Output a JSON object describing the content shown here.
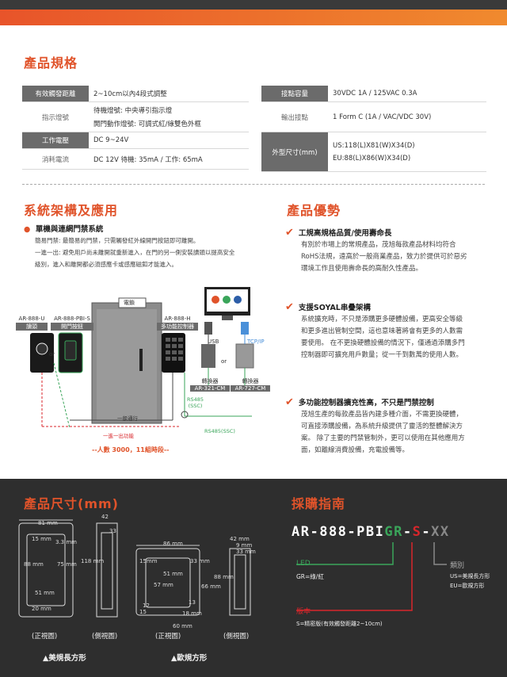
{
  "spec": {
    "title": "產品規格",
    "left_rows": [
      {
        "label": "有效觸發距離",
        "value": "2~10cm以內4段式調整",
        "dark": true
      },
      {
        "label": "指示燈號",
        "value": "待機燈號: 中央導引指示燈",
        "value2": "開門動作燈號: 可調式紅/綠雙色外框",
        "dark": false
      },
      {
        "label": "工作電壓",
        "value": "DC 9~24V",
        "dark": true
      },
      {
        "label": "消耗電流",
        "value": "DC 12V 待機: 35mA / 工作: 65mA",
        "dark": false
      }
    ],
    "right_rows": [
      {
        "label": "接點容量",
        "value": "30VDC 1A / 125VAC 0.3A",
        "dark": true
      },
      {
        "label": "輸出接點",
        "value": "1 Form C (1A / VAC/VDC 30V)",
        "dark": false
      },
      {
        "label": "外型尺寸(mm)",
        "value": "US:118(L)X81(W)X34(D)",
        "value2": "EU:88(L)X86(W)X34(D)",
        "dark": true
      }
    ]
  },
  "system": {
    "title": "系統架構及應用",
    "bullet": "單機與連網門禁系統",
    "line1": "簡易門禁: 最簡易的門禁，只需觸發紅外線開門按鈕即可離開。",
    "line2": "一進一出: 避免用戶尚未離開就重新進入，在門的另一側安裝讀頭以提高安全",
    "line3": "級別，進入和離開都必須感應卡或感應磁釦才能進入。",
    "diagram": {
      "lock": "電鎖",
      "reader_model": "AR-888-U",
      "reader_name": "讀頭",
      "button_model": "AR-888-PBI-S",
      "button_name": "開門按鈕",
      "controller_model": "AR-888-H",
      "controller_name": "多功能控制器",
      "or1": "or",
      "or2": "or",
      "usb": "USB",
      "tcpip": "TCP/IP",
      "conv1_name": "轉換器",
      "conv1_model": "AR-321-CM",
      "conv2_name": "轉換器",
      "conv2_model": "AR-727-CM",
      "rs485a": "RS485",
      "ssc_a": "(SSC)",
      "rs485b": "RS485(SSC)",
      "pass1": "一般通行",
      "pass2": "一進一出功能",
      "capacity": "--人數 3000，11組時段--"
    }
  },
  "advantages": {
    "title": "產品優勢",
    "items": [
      {
        "head": "工規高規格品質/使用壽命長",
        "body": [
          "有別於市場上的常規產品，茂旭每款產品材料均符合",
          "RoHS法規，遠高於一般商業產品，致力於提供可於惡劣",
          "環境工作且使用壽命長的高耐久性產品。"
        ]
      },
      {
        "head": "支援SOYAL串疊架構",
        "body": [
          "系統擴充時，不只是添購更多硬體設備，更高安全等級",
          "和更多進出管制空間，這也意味著將會有更多的人數需",
          "要使用。 在不更換硬體設備的情況下，僅通過添購多門",
          "控制器即可擴充用戶數量；從一千到數萬的使用人數。"
        ]
      },
      {
        "head": "多功能控制器擴充性高，不只是門禁控制",
        "body": [
          "茂旭生產的每款產品皆內建多種介面，不需更換硬體，",
          "可直接添購設備，為系統升級提供了靈活的整體解決方",
          "案。 除了主要的門禁管制外，更可以使用在其他應用方",
          "面，如離線消費設備，充電設備等。"
        ]
      }
    ]
  },
  "dimensions": {
    "title": "產品尺寸(mm)",
    "us": {
      "w": "81 mm",
      "d15": "15 mm",
      "d33": "3.3 mm",
      "h": "118 mm",
      "h2": "75 mm",
      "r": "88 mm",
      "w2": "51 mm",
      "d20": "20 mm",
      "s42": "42",
      "s33": "33",
      "front": "(正視圖)",
      "side": "(側視圖)",
      "caption": "▲美規長方形"
    },
    "eu": {
      "w": "86 mm",
      "d15": "15mm",
      "w2": "51 mm",
      "d12": "12",
      "d33": "33 mm",
      "h": "88 mm",
      "h2": "66 mm",
      "h3": "57 mm",
      "d": "60 mm",
      "s42": "42 mm",
      "s9": "9 mm",
      "s33": "33 mm",
      "b13": "13",
      "b15": "15",
      "b18": "18 mm",
      "front": "(正視圖)",
      "side": "(側視圖)",
      "caption": "▲歐規方形"
    }
  },
  "ordering": {
    "title": "採購指南",
    "pn_base": "AR-888-PBI",
    "pn_gr": "GR",
    "pn_dash1": "-",
    "pn_s": "S",
    "pn_dash2": "-",
    "pn_xx": "XX",
    "led_title": "LED",
    "led_desc": "GR=綠/紅",
    "ver_title": "版本",
    "ver_desc": "S=精密版(有效觸發距離2~10cm)",
    "type_title": "類別",
    "type_us": "US=美規長方形",
    "type_eu": "EU=歐規方形"
  },
  "colors": {
    "accent": "#e0532a",
    "green": "#3aa55a",
    "red": "#d8262b",
    "gray": "#6b6b6b"
  }
}
